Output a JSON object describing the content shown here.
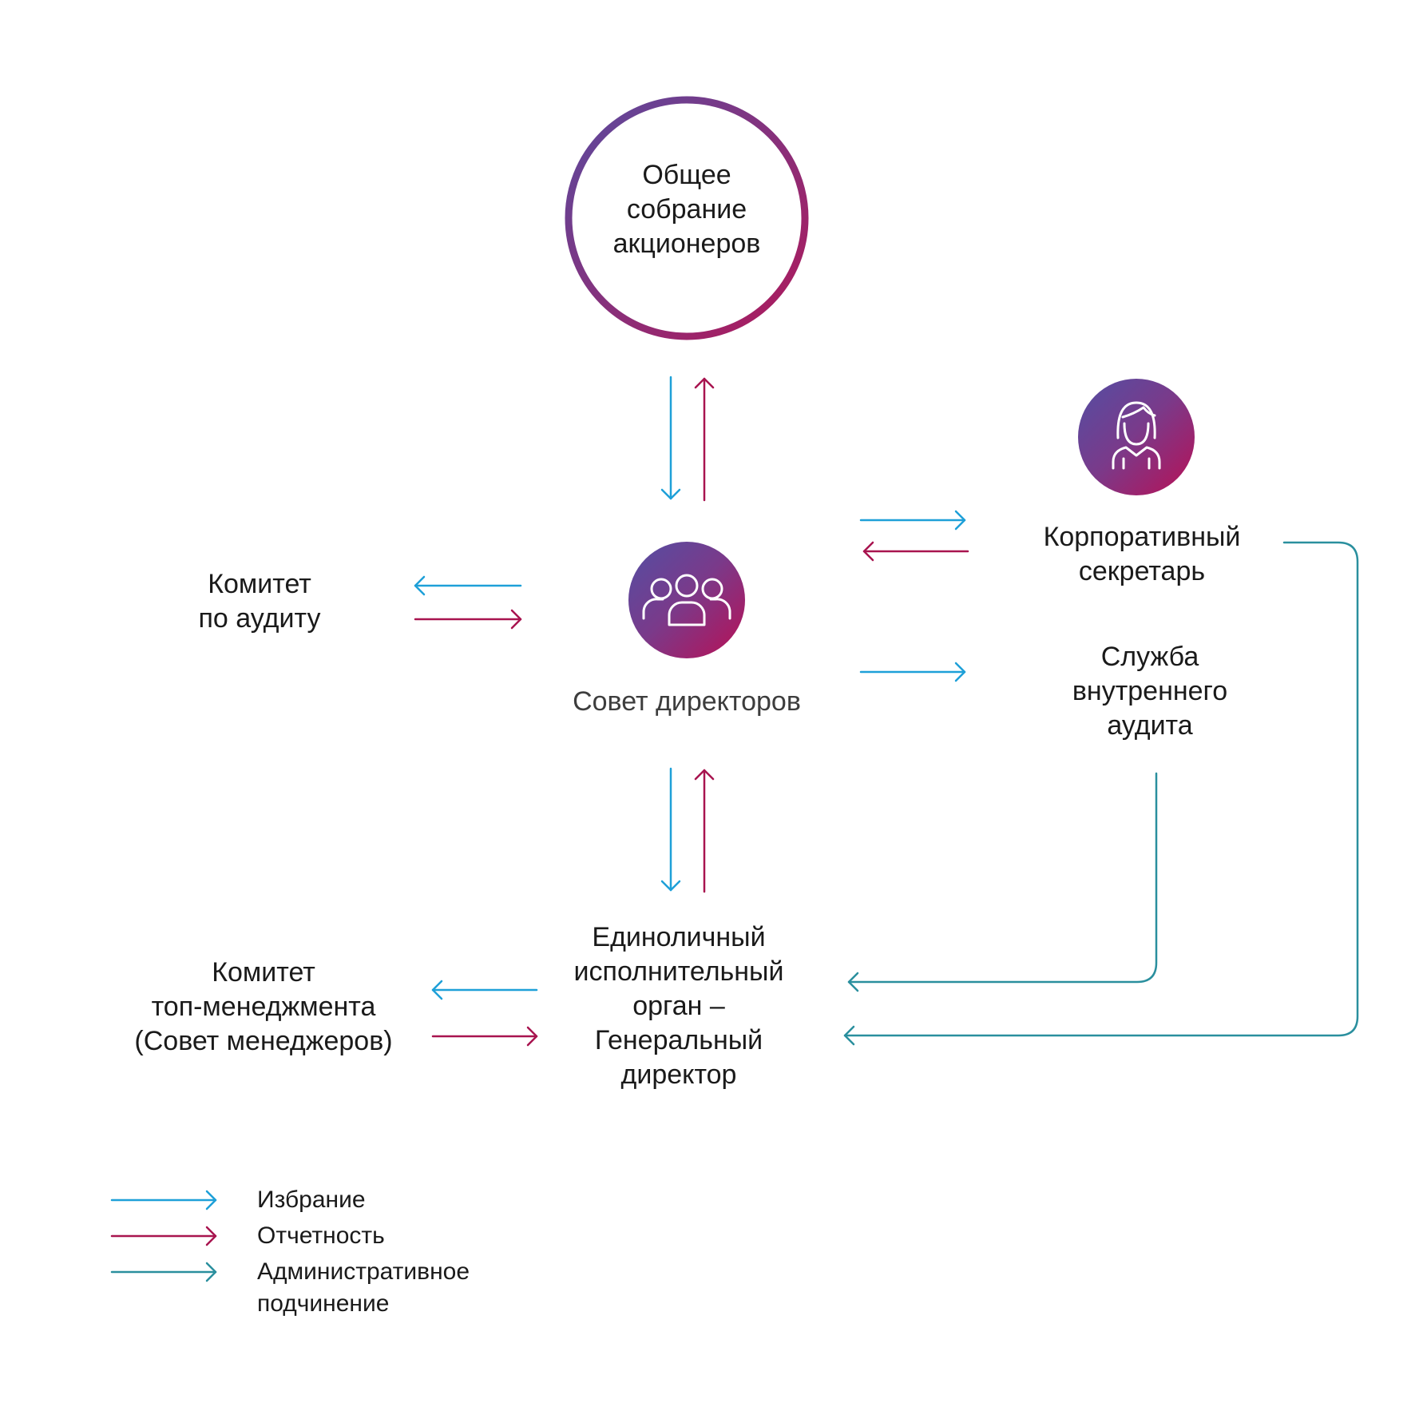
{
  "colors": {
    "election": "#1ea0d8",
    "reporting": "#a8144f",
    "administrative": "#2a8f9e",
    "gradient_start": "#5b4a9e",
    "gradient_end": "#b0185a"
  },
  "nodes": {
    "shareholders": {
      "lines": [
        "Общее",
        "собрание",
        "акционеров"
      ]
    },
    "board": {
      "label": "Совет директоров",
      "icon": "group-people-icon"
    },
    "audit_committee": {
      "lines": [
        "Комитет",
        "по аудиту"
      ]
    },
    "corporate_secretary": {
      "lines": [
        "Корпоративный",
        "секретарь"
      ],
      "icon": "person-icon"
    },
    "internal_audit": {
      "lines": [
        "Служба",
        "внутреннего",
        "аудита"
      ]
    },
    "ceo": {
      "lines": [
        "Единоличный",
        "исполнительный",
        "орган –",
        "Генеральный",
        "директор"
      ]
    },
    "management_committee": {
      "lines": [
        "Комитет",
        "топ-менеджмента",
        "(Совет менеджеров)"
      ]
    }
  },
  "legend": {
    "election": "Избрание",
    "reporting": "Отчетность",
    "administrative": [
      "Административное",
      "подчинение"
    ]
  }
}
